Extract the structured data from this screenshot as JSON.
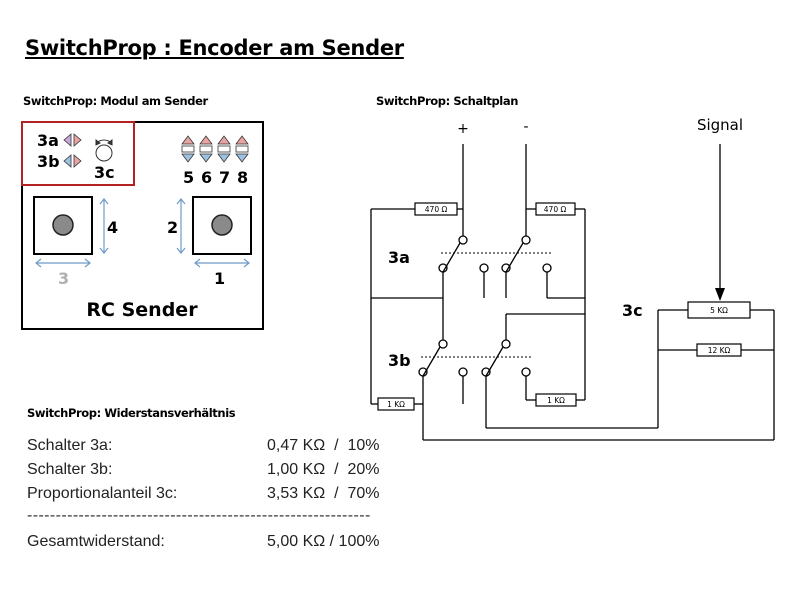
{
  "page_title": "SwitchProp : Encoder am Sender",
  "module": {
    "heading": "SwitchProp: Modul am Sender",
    "label_3a": "3a",
    "label_3b": "3b",
    "label_3c": "3c",
    "channel_5": "5",
    "channel_6": "6",
    "channel_7": "7",
    "channel_8": "8",
    "stick_left_vertical": "4",
    "stick_left_horizontal": "3",
    "stick_right_vertical": "2",
    "stick_right_horizontal": "1",
    "device_name": "RC Sender",
    "highlight_color": "#b22222"
  },
  "schematic": {
    "heading": "SwitchProp: Schaltplan",
    "plus_label": "+",
    "minus_label": "-",
    "signal_label": "Signal",
    "switch_3a_label": "3a",
    "switch_3b_label": "3b",
    "pot_3c_label": "3c",
    "r_top_left": "470 Ω",
    "r_top_right": "470 Ω",
    "r_bottom_left": "1 KΩ",
    "r_bottom_right": "1 KΩ",
    "r_pot": "5 KΩ",
    "r_parallel": "12 KΩ"
  },
  "ratio": {
    "heading": "SwitchProp: Widerstansverhältnis",
    "rows": [
      {
        "label": "Schalter 3a:",
        "value": "0,47 KΩ  /  10%"
      },
      {
        "label": "Schalter 3b:",
        "value": "1,00 KΩ  /  20%"
      },
      {
        "label": "Proportionalanteil 3c:",
        "value": "3,53 KΩ  /  70%"
      }
    ],
    "separator": "------------------------------------------------------------",
    "total": {
      "label": "Gesamtwiderstand:",
      "value": "5,00 KΩ / 100%"
    }
  }
}
